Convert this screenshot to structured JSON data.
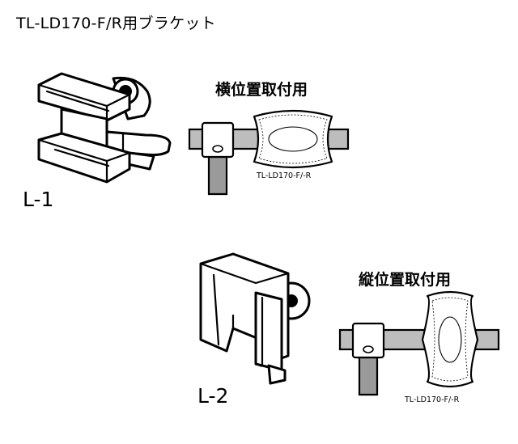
{
  "title": "TL-LD170-F/R用ブラケット",
  "l1": {
    "code": "L-1",
    "caption": "横位置取付用",
    "model": "TL-LD170-F/-R"
  },
  "l2": {
    "code": "L-2",
    "caption": "縦位置取付用",
    "model": "TL-LD170-F/-R"
  },
  "icons": [
    "bracket-l1-icon",
    "horizontal-mount-icon",
    "bracket-l2-icon",
    "vertical-mount-icon"
  ]
}
